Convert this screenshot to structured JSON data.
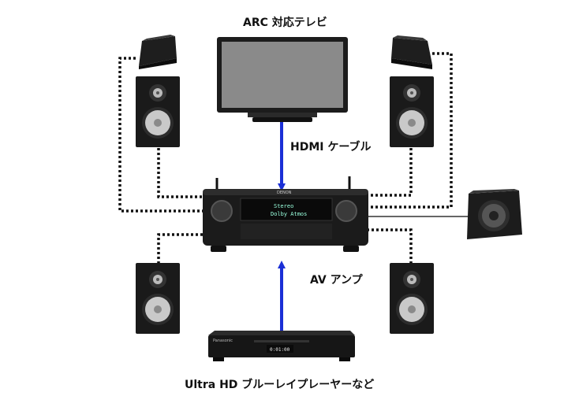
{
  "labels": {
    "tv": "ARC 対応テレビ",
    "hdmi": "HDMI ケーブル",
    "amp": "AV アンプ",
    "player": "Ultra HD ブルーレイプレーヤーなど"
  },
  "receiver_display": {
    "line1": "Stereo",
    "line2": "Dolby Atmos"
  },
  "player_display": "0:01:00",
  "brand_marks": {
    "receiver": "DENON",
    "player": "Panasonic"
  },
  "colors": {
    "arrow": "#1a2fd6",
    "cable": "#111111",
    "device": "#1a1a1a"
  },
  "icons": {
    "speaker": "bookshelf-speaker-icon",
    "height_speaker": "height-module-icon",
    "subwoofer": "subwoofer-icon",
    "tv": "tv-icon",
    "receiver": "av-receiver-icon",
    "player": "bluray-player-icon"
  }
}
